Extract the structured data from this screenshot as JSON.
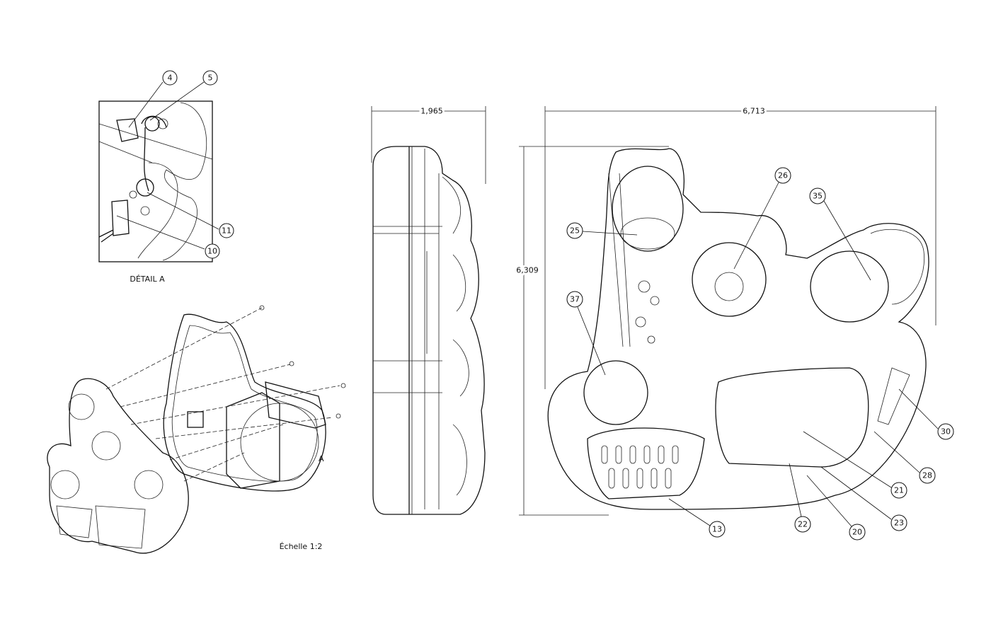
{
  "detail": {
    "title": "DÉTAIL A",
    "balloons": [
      "4",
      "5",
      "11",
      "10"
    ]
  },
  "scale_label": "Échelle 1:2",
  "view_marker": "A",
  "dimensions": {
    "side_width": "1,965",
    "front_width": "6,713",
    "front_height": "6,309"
  },
  "front_balloons": [
    "25",
    "26",
    "35",
    "37",
    "30",
    "28",
    "21",
    "23",
    "20",
    "22",
    "13"
  ]
}
